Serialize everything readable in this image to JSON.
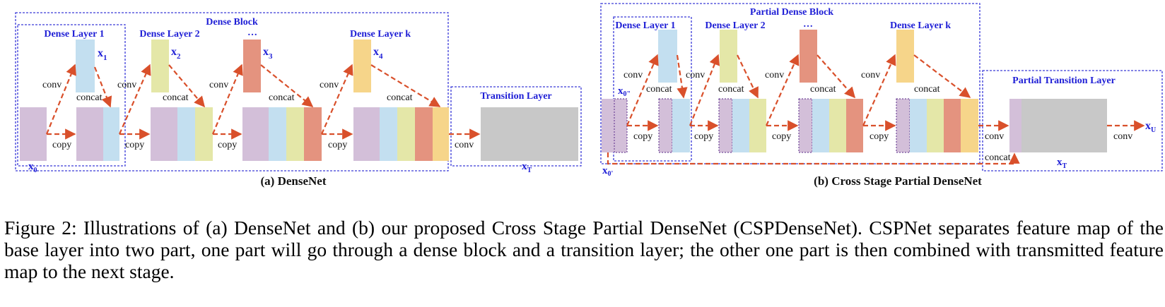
{
  "colors": {
    "base": "#d3bfd9",
    "x1": "#c3dff0",
    "x2": "#e4e7a8",
    "x3": "#e4937f",
    "x4": "#f6d58a",
    "transition": "#c8c8c8",
    "arrow": "#d9502b",
    "box_border": "#3a3ad8",
    "label_blue": "#1f1fd6"
  },
  "densenet": {
    "block_title": "Dense Block",
    "layer1": "Dense Layer 1",
    "layer2": "Dense Layer 2",
    "layer_dots": "…",
    "layerk": "Dense Layer k",
    "x0": "x",
    "x0_sub": "0",
    "x1": "x",
    "x1_sub": "1",
    "x2": "x",
    "x2_sub": "2",
    "x3": "x",
    "x3_sub": "3",
    "x4": "x",
    "x4_sub": "4",
    "conv": "conv",
    "concat": "concat",
    "copy": "copy",
    "transition_title": "Transition Layer",
    "xT": "x",
    "xT_sub": "T",
    "subtitle": "(a) DenseNet"
  },
  "cspdensenet": {
    "block_title": "Partial Dense Block",
    "layer1": "Dense Layer 1",
    "layer2": "Dense Layer 2",
    "layer_dots": "…",
    "layerk": "Dense Layer k",
    "x0pp": "x",
    "x0pp_sub": "0\"",
    "x0p": "x",
    "x0p_sub": "0'",
    "conv": "conv",
    "concat": "concat",
    "copy": "copy",
    "transition_title": "Partial Transition Layer",
    "xT": "x",
    "xT_sub": "T",
    "xU": "x",
    "xU_sub": "U",
    "subtitle": "(b) Cross Stage Partial DenseNet"
  },
  "caption": "Figure 2: Illustrations of (a) DenseNet and (b) our proposed Cross Stage Partial DenseNet (CSPDenseNet). CSPNet separates feature map of the base layer into two part, one part will go through a dense block and a transition layer; the other one part is then combined with transmitted feature map to the next stage."
}
